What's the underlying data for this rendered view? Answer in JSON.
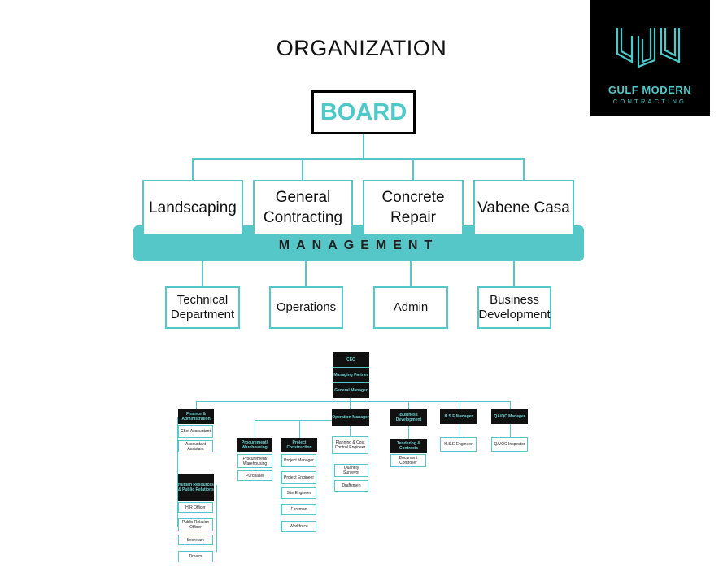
{
  "page": {
    "title": "ORGANIZATION"
  },
  "logo": {
    "line1": "GULF MODERN",
    "line2": "CONTRACTING",
    "color": "#4ec9c9"
  },
  "top_chart": {
    "board": "BOARD",
    "businesses": [
      "Landscaping",
      "General Contracting",
      "Concrete Repair",
      "Vabene Casa"
    ],
    "management": "MANAGEMENT",
    "departments": [
      "Technical Department",
      "Operations",
      "Admin",
      "Business Development"
    ],
    "accent": "#56c7c8"
  },
  "org_chart": {
    "ceo": "CEO",
    "managing_partner": "Managing Partner",
    "general_manager": "General Manager",
    "finance": "Finance & Administration",
    "chief_accountant": "Chef Accountant",
    "accountant_assistant": "Accountant Assistant",
    "hr": "Human Resources & Public Relations",
    "hr_officer": "H.R Officer",
    "public_relation_officer": "Public Relation Officer",
    "secretary": "Secretary",
    "drivers": "Drivers",
    "operation_manager": "Operation Manager",
    "procurement": "Procurement/ Warehousing",
    "procurement_staff": "Procurement/ Warehousing",
    "purchaser": "Purchaser",
    "project_construction": "Project Construction",
    "project_manager": "Project Manager",
    "project_engineer": "Project Engineer",
    "site_engineer": "Site Engineer",
    "foreman": "Foreman",
    "workforce": "Workforce",
    "planning_engineer": "Planning & Cost Control Engineer",
    "quantity_surveyor": "Quantity Surveyor",
    "draftsmen": "Draftsmen",
    "tendering": "Tendering & Contracts",
    "document_controller": "Document Controller",
    "business_development": "Business Development",
    "hse_manager": "H.S.E Manager",
    "hse_engineer": "H.S.E Engineer",
    "qaqc_manager": "QA/QC Manager",
    "qaqc_inspector": "QA/QC Inspector"
  }
}
